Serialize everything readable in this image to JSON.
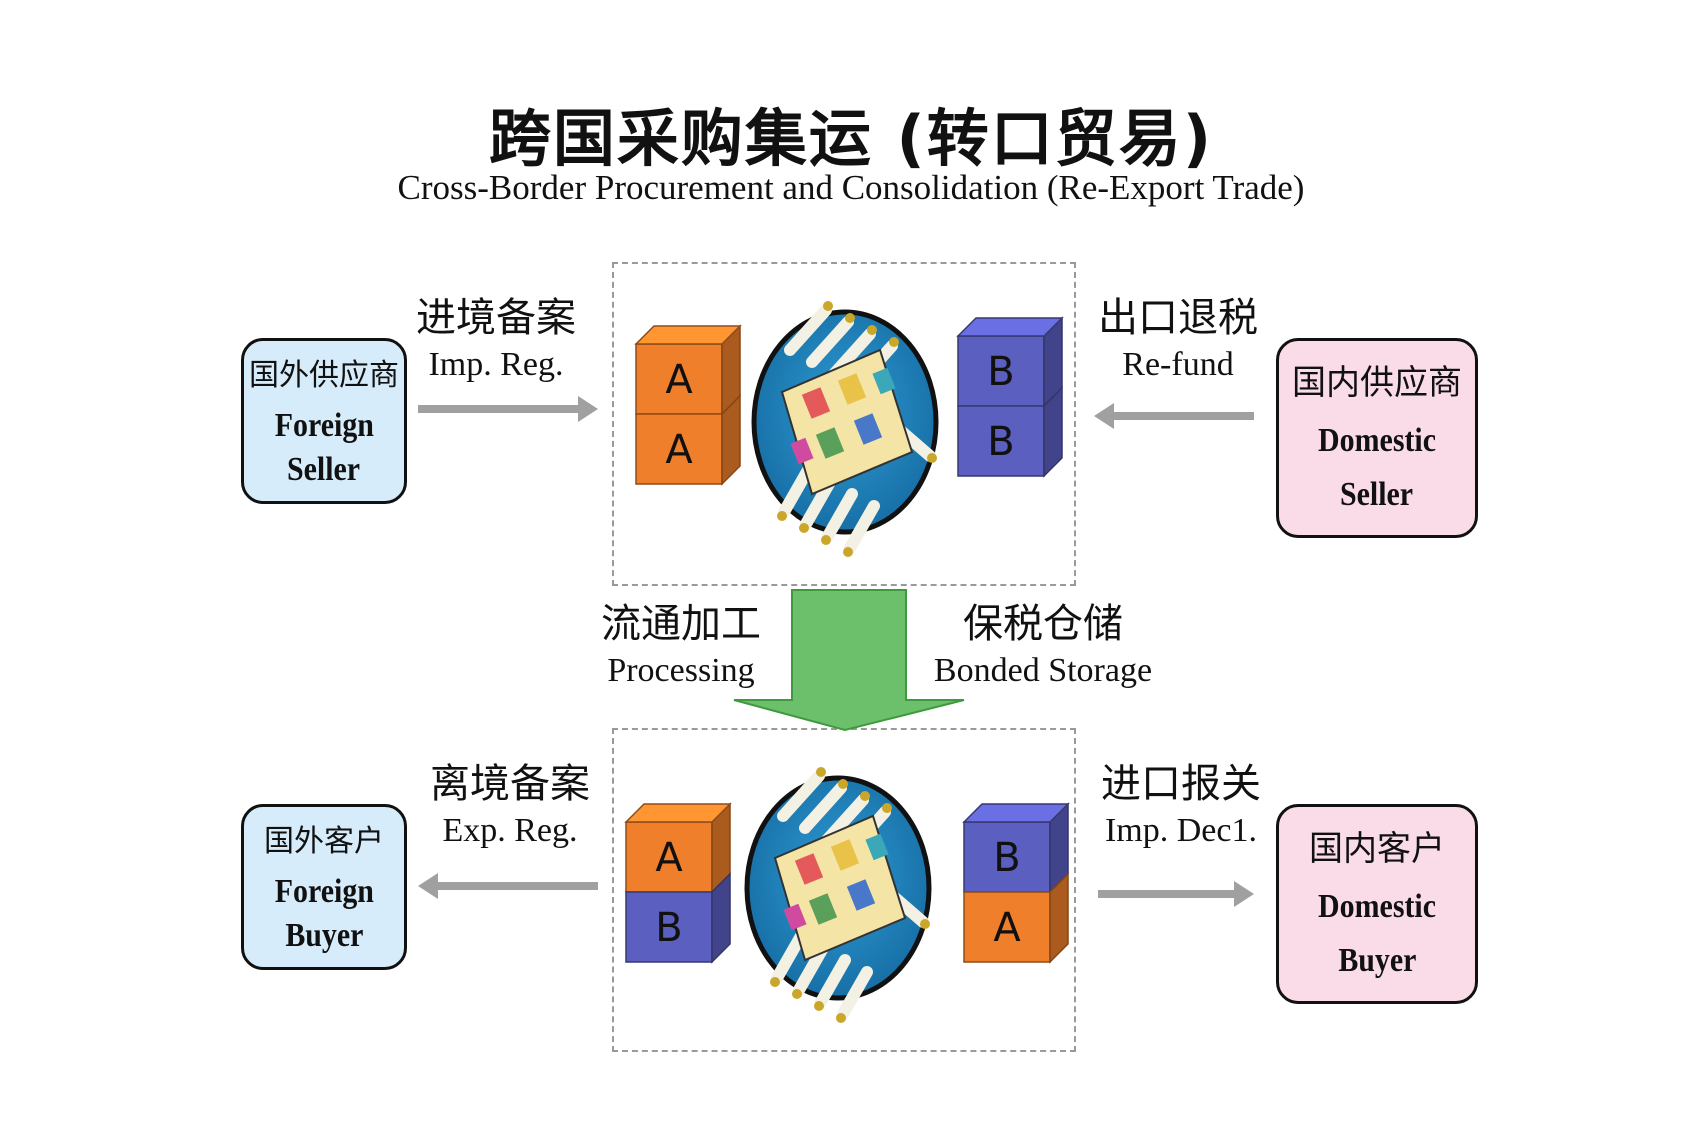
{
  "title": {
    "zh": "跨国采购集运 (转口贸易)",
    "en": "Cross-Border Procurement and Consolidation (Re-Export Trade)"
  },
  "parties": {
    "foreign_seller": {
      "zh": "国外供应商",
      "en_line1": "Foreign",
      "en_line2": "Seller"
    },
    "domestic_seller": {
      "zh": "国内供应商",
      "en_line1": "Domestic",
      "en_line2": "Seller"
    },
    "foreign_buyer": {
      "zh": "国外客户",
      "en_line1": "Foreign",
      "en_line2": "Buyer"
    },
    "domestic_buyer": {
      "zh": "国内客户",
      "en_line1": "Domestic",
      "en_line2": "Buyer"
    }
  },
  "flows": {
    "import_registration": {
      "zh": "进境备案",
      "en": "Imp. Reg."
    },
    "refund": {
      "zh": "出口退税",
      "en": "Re-fund"
    },
    "processing": {
      "zh": "流通加工",
      "en": "Processing"
    },
    "bonded_storage": {
      "zh": "保税仓储",
      "en": "Bonded Storage"
    },
    "export_registration": {
      "zh": "离境备案",
      "en": "Exp. Reg."
    },
    "import_declaration": {
      "zh": "进口报关",
      "en": "Imp. Dec1."
    }
  },
  "boxes": {
    "top_left": [
      "A",
      "A"
    ],
    "top_right": [
      "B",
      "B"
    ],
    "bottom_left": [
      "A",
      "B"
    ],
    "bottom_right": [
      "B",
      "A"
    ]
  },
  "colors": {
    "foreign_fill": "#d6ecfa",
    "domestic_fill": "#fadbe8",
    "box_a": "#ef7f2a",
    "box_b": "#5a5fc0",
    "down_arrow": "#6cc06c",
    "flow_arrow": "#a0a0a0"
  }
}
